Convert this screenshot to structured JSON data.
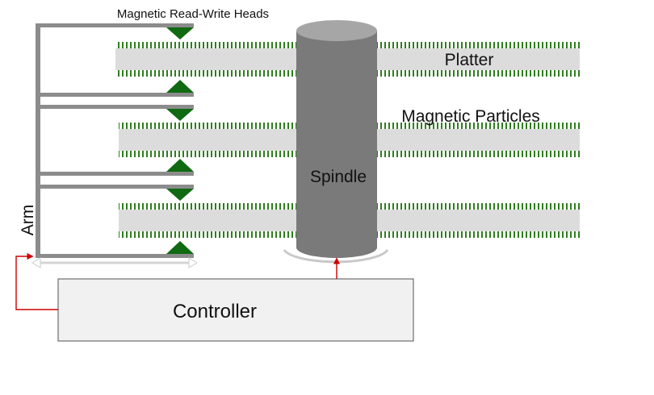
{
  "labels": {
    "heads": "Magnetic Read-Write Heads",
    "platter": "Platter",
    "particles": "Magnetic Particles",
    "spindle": "Spindle",
    "arm": "Arm",
    "controller": "Controller"
  },
  "colors": {
    "platter": "#dcdcdc",
    "particles": "#2e7d1e",
    "head": "#0f6a12",
    "arm": "#8c8c8c",
    "spindle": "#7a7a7a",
    "spindle_top": "#a6a6a6",
    "controller_fill": "#f1f1f1",
    "controller_stroke": "#6e6e6e",
    "signal": "#cc0000"
  },
  "platter_count": 3,
  "heads_per_platter": 2
}
